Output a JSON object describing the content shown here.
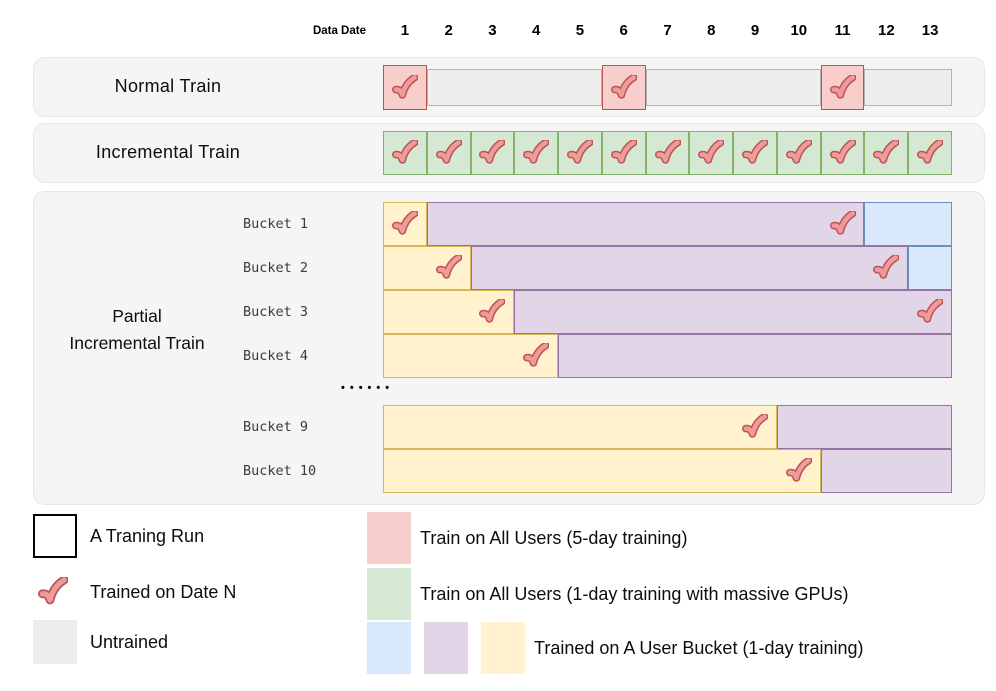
{
  "header": {
    "label": "Data Date",
    "dates": [
      "1",
      "2",
      "3",
      "4",
      "5",
      "6",
      "7",
      "8",
      "9",
      "10",
      "11",
      "12",
      "13"
    ]
  },
  "sections": {
    "normal": {
      "label": "Normal Train",
      "segments": [
        {
          "color": "red",
          "from": 1,
          "to": 1,
          "check": 1
        },
        {
          "color": "gray",
          "from": 2,
          "to": 5
        },
        {
          "color": "red",
          "from": 6,
          "to": 6,
          "check": 6
        },
        {
          "color": "gray",
          "from": 7,
          "to": 10
        },
        {
          "color": "red",
          "from": 11,
          "to": 11,
          "check": 11
        },
        {
          "color": "gray",
          "from": 12,
          "to": 13
        }
      ]
    },
    "incremental": {
      "label": "Incremental Train",
      "segments": [
        {
          "color": "green",
          "from": 1,
          "to": 1,
          "check": 1
        },
        {
          "color": "green",
          "from": 2,
          "to": 2,
          "check": 2
        },
        {
          "color": "green",
          "from": 3,
          "to": 3,
          "check": 3
        },
        {
          "color": "green",
          "from": 4,
          "to": 4,
          "check": 4
        },
        {
          "color": "green",
          "from": 5,
          "to": 5,
          "check": 5
        },
        {
          "color": "green",
          "from": 6,
          "to": 6,
          "check": 6
        },
        {
          "color": "green",
          "from": 7,
          "to": 7,
          "check": 7
        },
        {
          "color": "green",
          "from": 8,
          "to": 8,
          "check": 8
        },
        {
          "color": "green",
          "from": 9,
          "to": 9,
          "check": 9
        },
        {
          "color": "green",
          "from": 10,
          "to": 10,
          "check": 10
        },
        {
          "color": "green",
          "from": 11,
          "to": 11,
          "check": 11
        },
        {
          "color": "green",
          "from": 12,
          "to": 12,
          "check": 12
        },
        {
          "color": "green",
          "from": 13,
          "to": 13,
          "check": 13
        }
      ]
    },
    "partial": {
      "label_line1": "Partial",
      "label_line2": "Incremental Train",
      "dots": "••••••",
      "buckets": [
        {
          "name": "Bucket 1",
          "segments": [
            {
              "color": "yellow",
              "from": 1,
              "to": 1,
              "check": 1
            },
            {
              "color": "purple",
              "from": 2,
              "to": 11,
              "check": 11
            },
            {
              "color": "blue",
              "from": 12,
              "to": 13
            }
          ]
        },
        {
          "name": "Bucket 2",
          "segments": [
            {
              "color": "yellow",
              "from": 1,
              "to": 2,
              "check": 2
            },
            {
              "color": "purple",
              "from": 3,
              "to": 12,
              "check": 12
            },
            {
              "color": "blue",
              "from": 13,
              "to": 13
            }
          ]
        },
        {
          "name": "Bucket 3",
          "segments": [
            {
              "color": "yellow",
              "from": 1,
              "to": 3,
              "check": 3
            },
            {
              "color": "purple",
              "from": 4,
              "to": 13,
              "check": 13
            }
          ]
        },
        {
          "name": "Bucket 4",
          "segments": [
            {
              "color": "yellow",
              "from": 1,
              "to": 4,
              "check": 4
            },
            {
              "color": "purple",
              "from": 5,
              "to": 13
            }
          ]
        },
        {
          "name": "Bucket 9",
          "segments": [
            {
              "color": "yellow",
              "from": 1,
              "to": 9,
              "check": 9
            },
            {
              "color": "purple",
              "from": 10,
              "to": 13
            }
          ]
        },
        {
          "name": "Bucket 10",
          "segments": [
            {
              "color": "yellow",
              "from": 1,
              "to": 10,
              "check": 10
            },
            {
              "color": "purple",
              "from": 11,
              "to": 13
            }
          ]
        }
      ]
    }
  },
  "legend": {
    "left": [
      {
        "swatch": "run-box",
        "label": "A Traning Run"
      },
      {
        "swatch": "check",
        "label": "Trained on Date N"
      },
      {
        "swatch": "gray",
        "label": "Untrained"
      }
    ],
    "right": [
      {
        "swatches": [
          "red"
        ],
        "label": "Train on All Users (5-day training)"
      },
      {
        "swatches": [
          "green"
        ],
        "label": "Train on All Users (1-day training with massive GPUs)"
      },
      {
        "swatches": [
          "blue",
          "purple",
          "yellow"
        ],
        "label": "Trained on A User Bucket (1-day training)"
      }
    ]
  },
  "colors": {
    "red_fill": "#f8cecc",
    "red_border": "#b85450",
    "green_fill": "#d5e8d4",
    "green_border": "#82b366",
    "yellow_fill": "#fff2cc",
    "yellow_border": "#d6b656",
    "purple_fill": "#e1d5e7",
    "purple_border": "#9673a6",
    "blue_fill": "#dae8fc",
    "blue_border": "#6c8ebf",
    "gray_fill": "#eeeeee",
    "gray_border": "#b5b5b5",
    "section_bg": "#f5f5f5",
    "check_fill": "#ef9b9b",
    "check_stroke": "#ba5652",
    "legend_gray": "#ececec"
  }
}
